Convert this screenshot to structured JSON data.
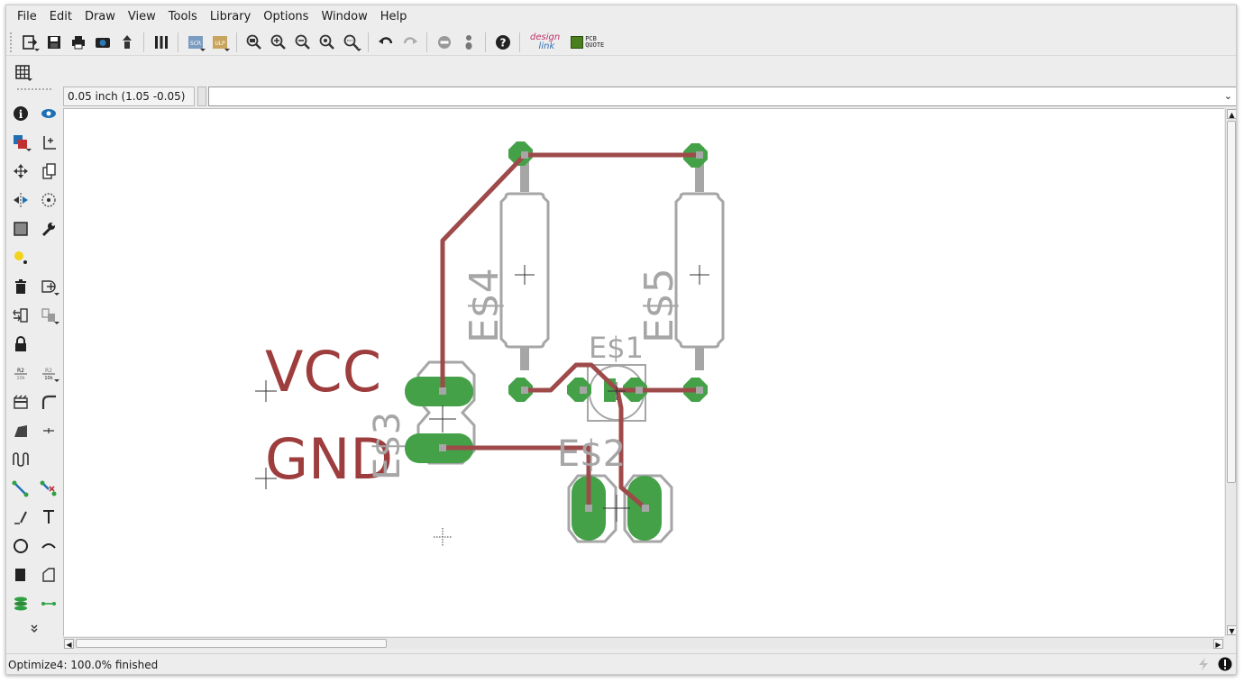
{
  "menu": [
    {
      "id": "file",
      "label": "File"
    },
    {
      "id": "edit",
      "label": "Edit"
    },
    {
      "id": "draw",
      "label": "Draw"
    },
    {
      "id": "view",
      "label": "View"
    },
    {
      "id": "tools",
      "label": "Tools"
    },
    {
      "id": "library",
      "label": "Library"
    },
    {
      "id": "options",
      "label": "Options"
    },
    {
      "id": "window",
      "label": "Window"
    },
    {
      "id": "help",
      "label": "Help"
    }
  ],
  "toolbar": {
    "scr_label": "SCR",
    "ulp_label": "ULP",
    "brand_design": "design",
    "brand_link": "link",
    "pcb_quote_line1": "PCB",
    "pcb_quote_line2": "QUOTE"
  },
  "coordinate_display": "0.05 inch (1.05 -0.05)",
  "command_line": {
    "value": ""
  },
  "left_tools": {
    "r2_label": "R2",
    "r2_value": "10k"
  },
  "board": {
    "label_vcc": "VCC",
    "label_gnd": "GND",
    "part_es1": "E$1",
    "part_es2": "E$2",
    "part_es3": "E$3",
    "part_es4": "E$4",
    "part_es5": "E$5"
  },
  "colors": {
    "pad": "#44a148",
    "trace": "#9e4a4a",
    "silk": "#a6a6a6",
    "label": "#9e3d3d"
  },
  "status": {
    "text": "Optimize4: 100.0% finished"
  }
}
